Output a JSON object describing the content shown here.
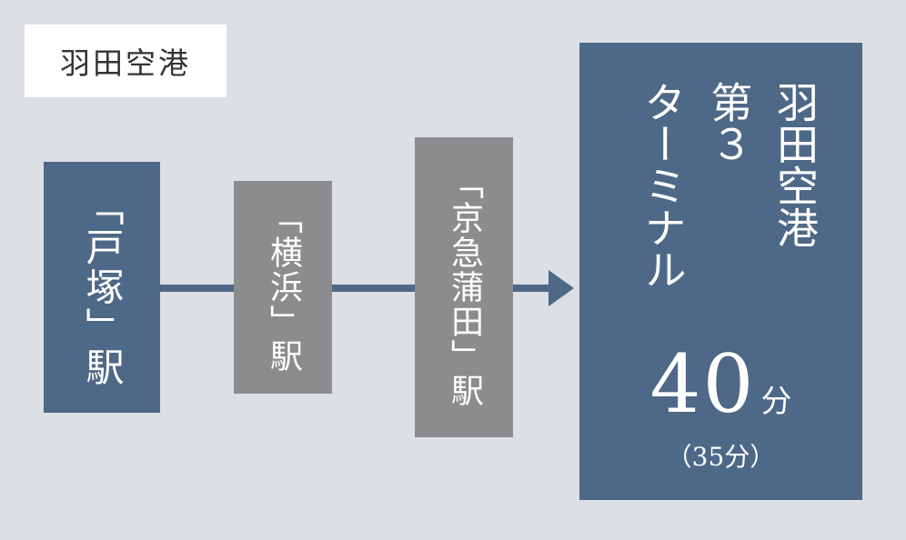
{
  "title": "羽田空港",
  "stations": [
    {
      "name": "「戸塚」駅"
    },
    {
      "name": "「横浜」駅"
    },
    {
      "name": "「京急蒲田」駅"
    }
  ],
  "destination": {
    "name_columns": [
      "羽田空港",
      "第３",
      "ターミナル"
    ],
    "time_value": "40",
    "time_unit": "分",
    "time_alt": "（35分）"
  },
  "colors": {
    "background": "#dcdfe4",
    "accent_blue": "#4e6887",
    "station_gray": "#8c8c8e",
    "title_bg": "#ffffff"
  }
}
